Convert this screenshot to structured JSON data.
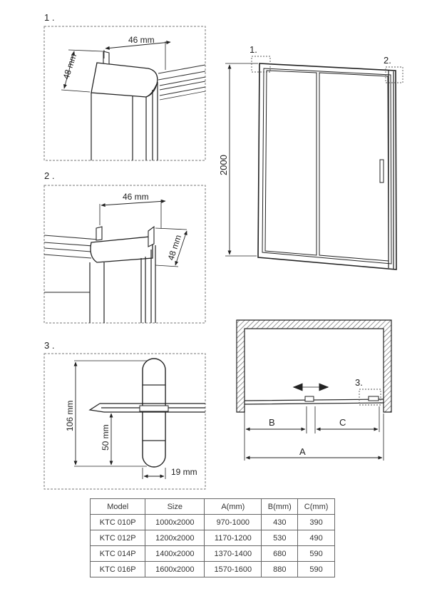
{
  "callouts": {
    "c1": "1 .",
    "c2": "2 .",
    "c3": "3 .",
    "door1": "1.",
    "door2": "2.",
    "plan3": "3."
  },
  "detail1": {
    "width": "46 mm",
    "depth": "48 mm"
  },
  "detail2": {
    "width": "46 mm",
    "depth": "48 mm"
  },
  "detail3": {
    "height": "106 mm",
    "mid": "50 mm",
    "gap": "19 mm"
  },
  "door": {
    "height": "2000"
  },
  "plan": {
    "a": "A",
    "b": "B",
    "c": "C"
  },
  "table": {
    "headers": [
      "Model",
      "Size",
      "A(mm)",
      "B(mm)",
      "C(mm)"
    ],
    "rows": [
      [
        "KTC 010P",
        "1000x2000",
        "970-1000",
        "430",
        "390"
      ],
      [
        "KTC 012P",
        "1200x2000",
        "1170-1200",
        "530",
        "490"
      ],
      [
        "KTC 014P",
        "1400x2000",
        "1370-1400",
        "680",
        "590"
      ],
      [
        "KTC 016P",
        "1600x2000",
        "1570-1600",
        "880",
        "590"
      ]
    ]
  }
}
